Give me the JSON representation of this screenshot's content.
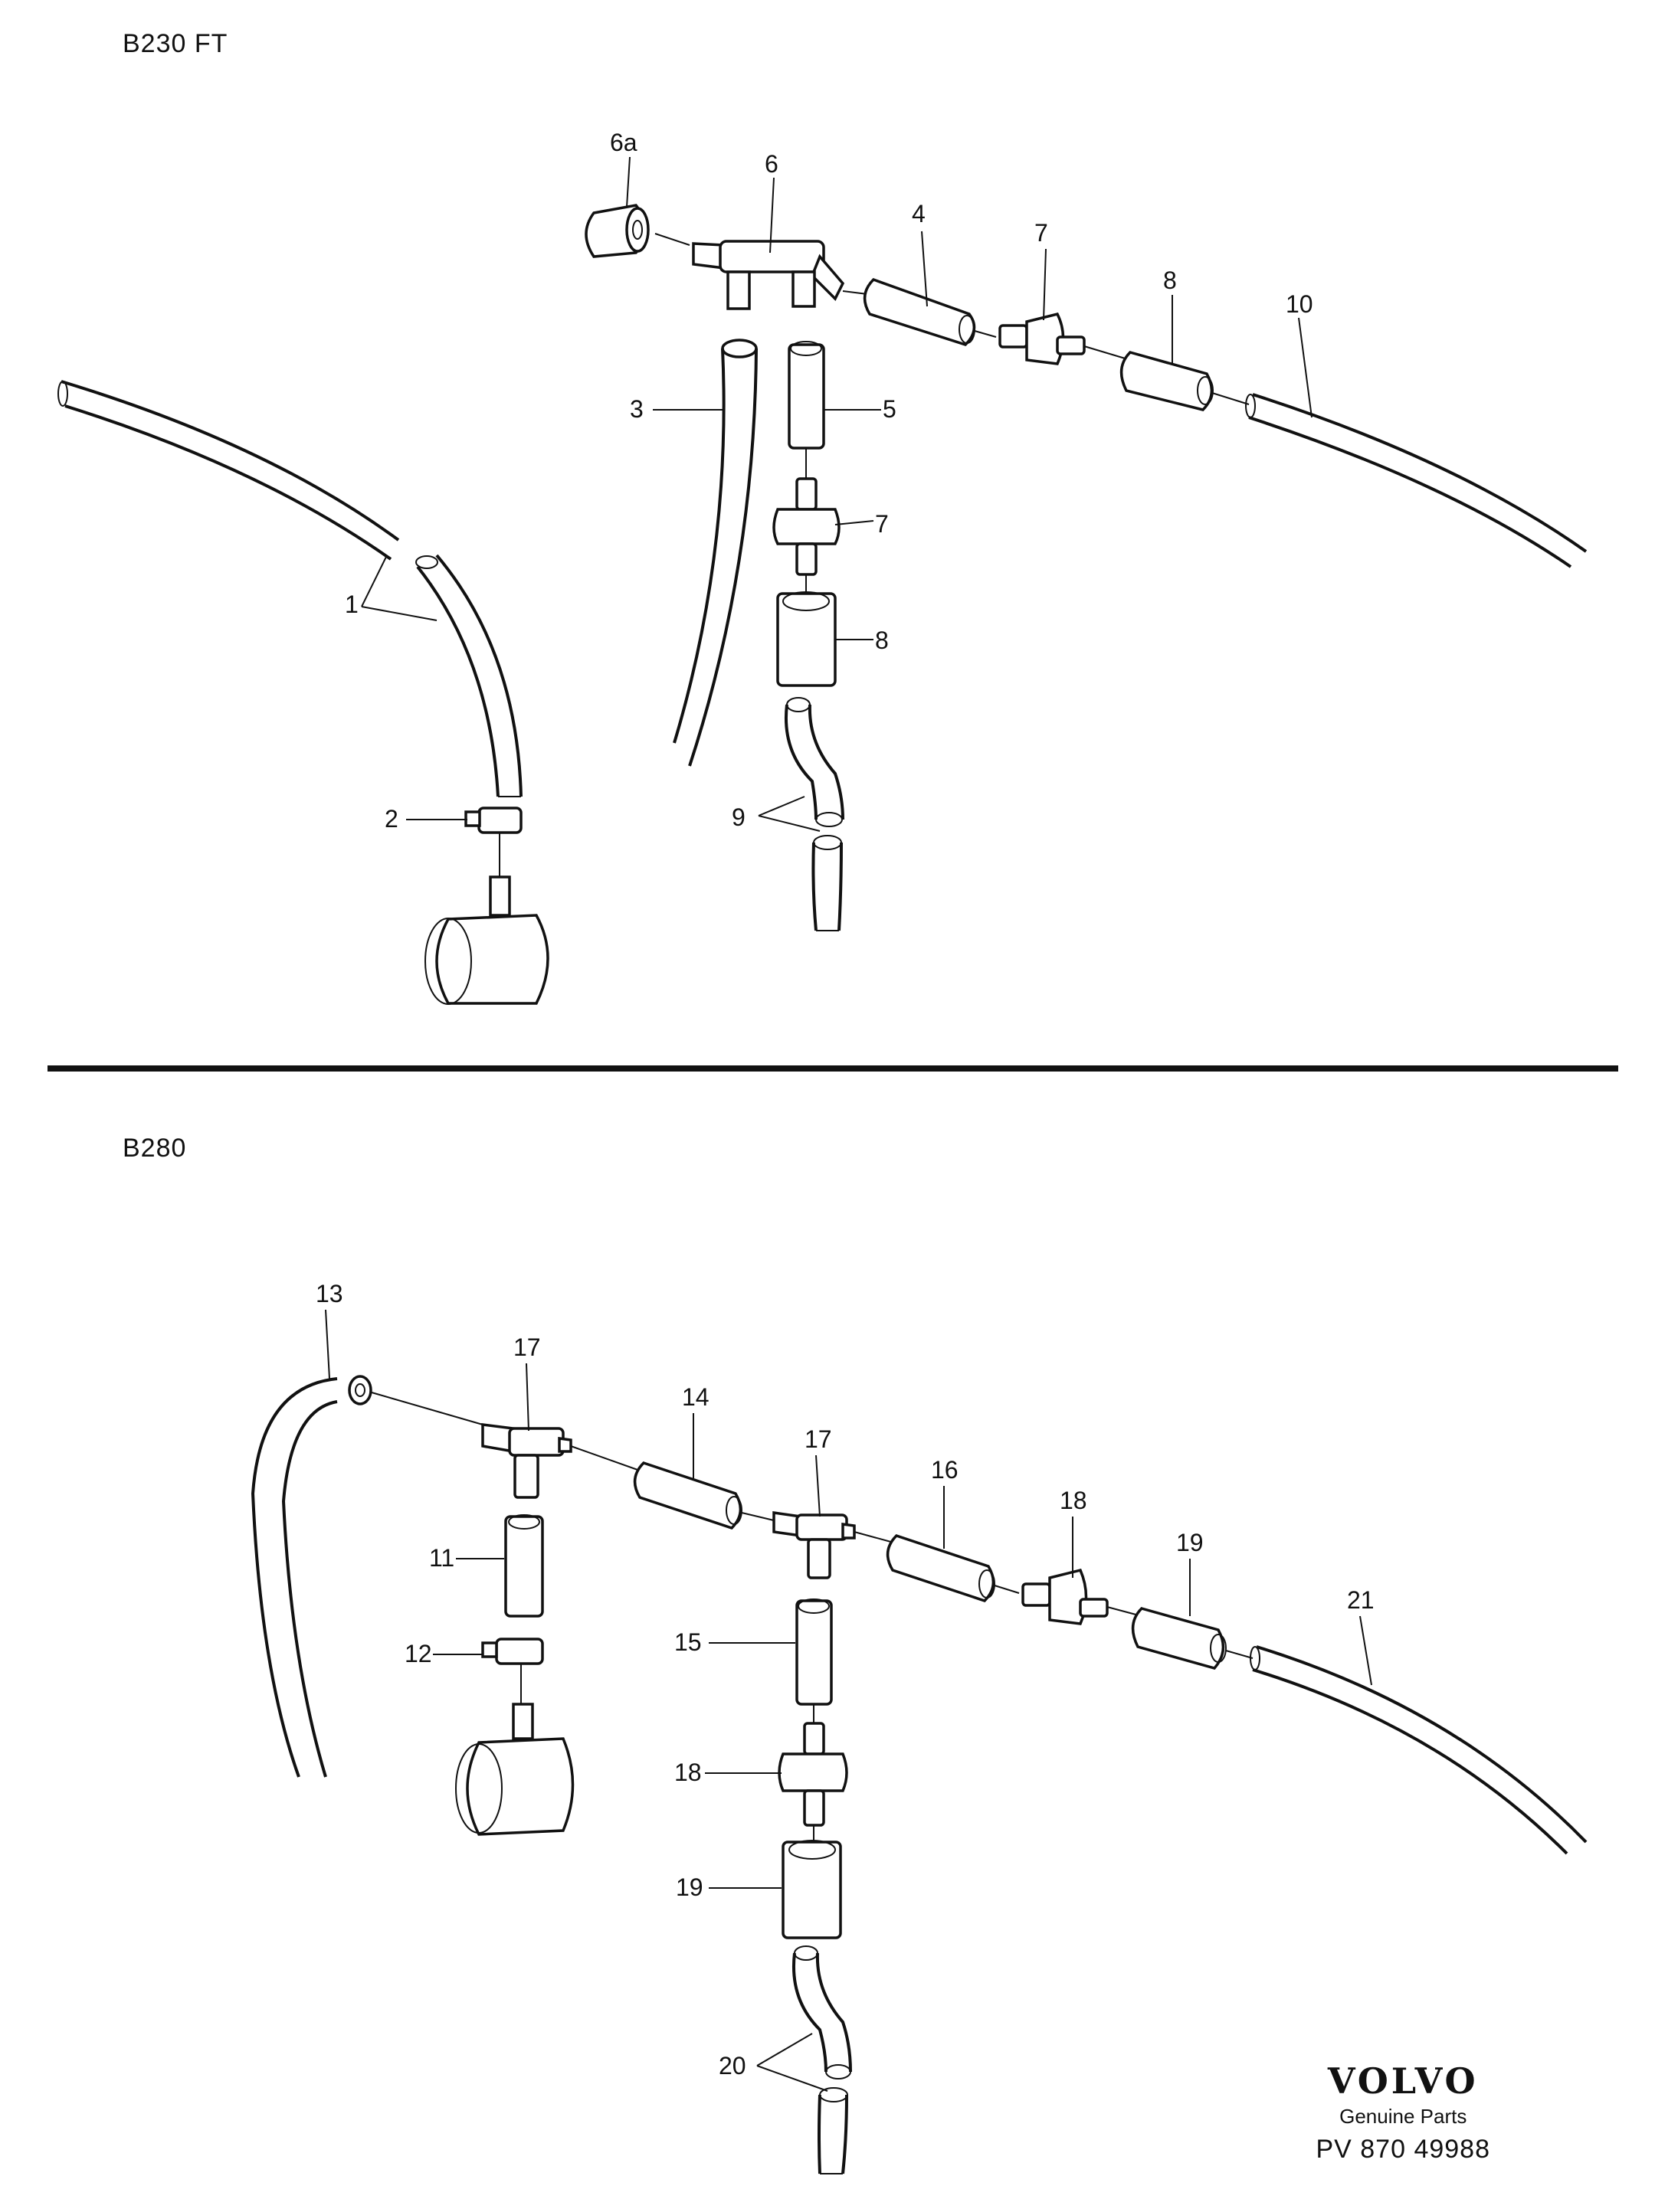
{
  "sections": {
    "top": {
      "title": "B230 FT"
    },
    "bottom": {
      "title": "B280"
    }
  },
  "callouts": {
    "c1": "1",
    "c2": "2",
    "c3": "3",
    "c4": "4",
    "c5": "5",
    "c6": "6",
    "c6a": "6a",
    "c7a": "7",
    "c7b": "7",
    "c8a": "8",
    "c8b": "8",
    "c9": "9",
    "c10": "10",
    "c11": "11",
    "c12": "12",
    "c13": "13",
    "c14": "14",
    "c15": "15",
    "c16": "16",
    "c17a": "17",
    "c17b": "17",
    "c18a": "18",
    "c18b": "18",
    "c19a": "19",
    "c19b": "19",
    "c20": "20",
    "c21": "21"
  },
  "brand": {
    "logo": "VOLVO",
    "subtitle": "Genuine Parts",
    "reference": "PV 870   49988"
  }
}
